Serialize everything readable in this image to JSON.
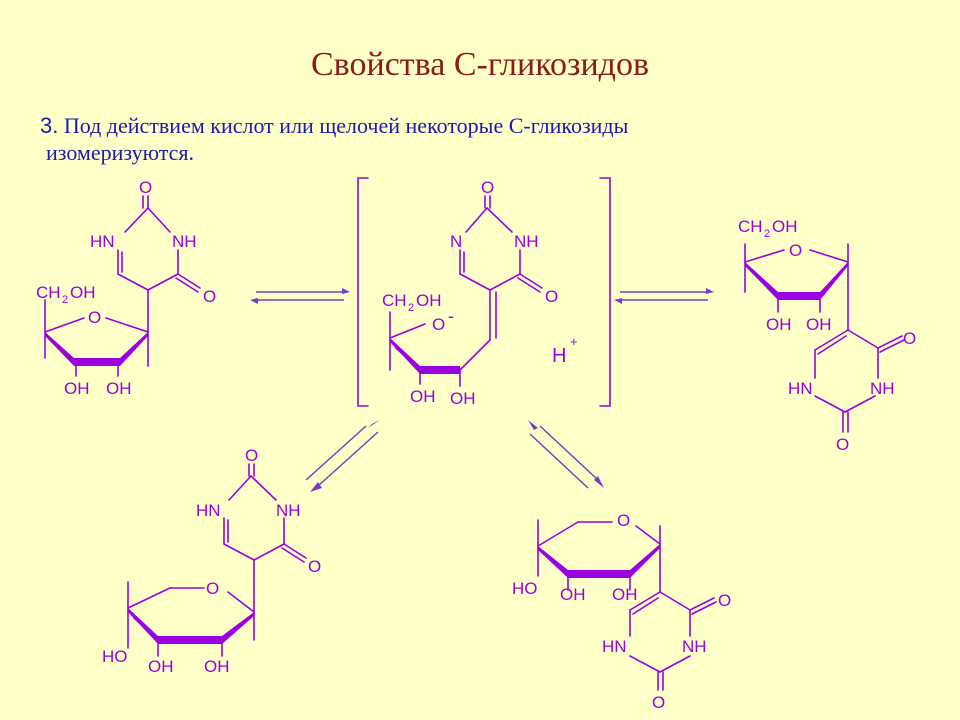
{
  "slide": {
    "title": "Свойства С-гликозидов",
    "point_number": "3.",
    "point_text_line1": "Под действием кислот или щелочей некоторые С-гликозиды",
    "point_text_line2": "изомеризуются."
  },
  "colors": {
    "background": "#FFFFC8",
    "title": "#8B1A1A",
    "text": "#1A1AB0",
    "structure": "#9B00E0",
    "arrows": "#7A3CC8"
  },
  "labels": {
    "O": "O",
    "NH": "NH",
    "HN": "HN",
    "N": "N",
    "OH": "OH",
    "HO": "HO",
    "CH": "CH",
    "sub2": "2",
    "Ominus": "O",
    "minus": "-",
    "H": "H",
    "plus": "+"
  }
}
